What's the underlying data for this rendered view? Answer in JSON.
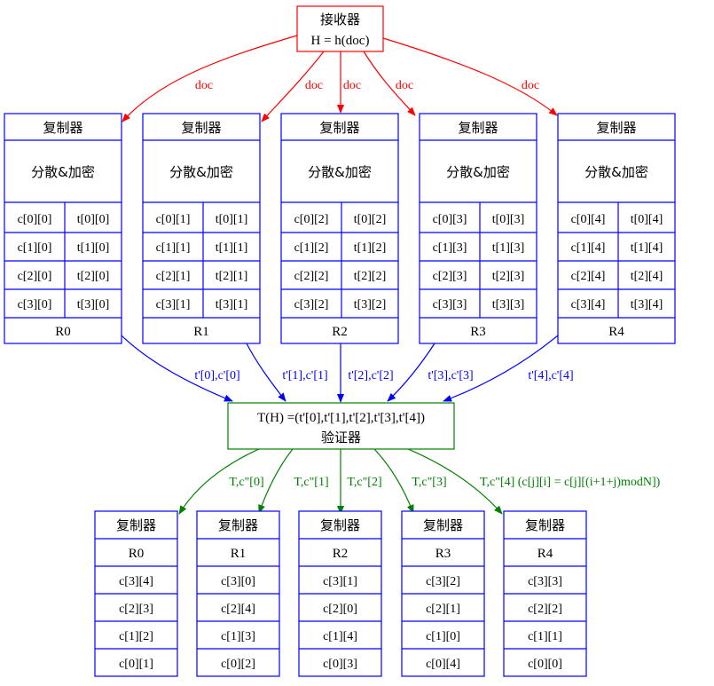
{
  "colors": {
    "receiver": "#ff0000",
    "replica": "#0000ff",
    "verifier": "#008000",
    "text": "#000000"
  },
  "receiver": {
    "title": "接收器",
    "subtitle": "H = h(doc)"
  },
  "doc_edges": [
    {
      "label": "doc"
    },
    {
      "label": "doc"
    },
    {
      "label": "doc"
    },
    {
      "label": "doc"
    },
    {
      "label": "doc"
    }
  ],
  "replicas_top": [
    {
      "title": "复制器",
      "section": "分散&加密",
      "name": "R0",
      "rows": [
        [
          "c[0][0]",
          "t[0][0]"
        ],
        [
          "c[1][0]",
          "t[1][0]"
        ],
        [
          "c[2][0]",
          "t[2][0]"
        ],
        [
          "c[3][0]",
          "t[3][0]"
        ]
      ]
    },
    {
      "title": "复制器",
      "section": "分散&加密",
      "name": "R1",
      "rows": [
        [
          "c[0][1]",
          "t[0][1]"
        ],
        [
          "c[1][1]",
          "t[1][1]"
        ],
        [
          "c[2][1]",
          "t[2][1]"
        ],
        [
          "c[3][1]",
          "t[3][1]"
        ]
      ]
    },
    {
      "title": "复制器",
      "section": "分散&加密",
      "name": "R2",
      "rows": [
        [
          "c[0][2]",
          "t[0][2]"
        ],
        [
          "c[1][2]",
          "t[1][2]"
        ],
        [
          "c[2][2]",
          "t[2][2]"
        ],
        [
          "c[3][2]",
          "t[3][2]"
        ]
      ]
    },
    {
      "title": "复制器",
      "section": "分散&加密",
      "name": "R3",
      "rows": [
        [
          "c[0][3]",
          "t[0][3]"
        ],
        [
          "c[1][3]",
          "t[1][3]"
        ],
        [
          "c[2][3]",
          "t[2][3]"
        ],
        [
          "c[3][3]",
          "t[3][3]"
        ]
      ]
    },
    {
      "title": "复制器",
      "section": "分散&加密",
      "name": "R4",
      "rows": [
        [
          "c[0][4]",
          "t[0][4]"
        ],
        [
          "c[1][4]",
          "t[1][4]"
        ],
        [
          "c[2][4]",
          "t[2][4]"
        ],
        [
          "c[3][4]",
          "t[3][4]"
        ]
      ]
    }
  ],
  "tag_edges": [
    {
      "label": "t'[0],c'[0]"
    },
    {
      "label": "t'[1],c'[1]"
    },
    {
      "label": "t'[2],c'[2]"
    },
    {
      "label": "t'[3],c'[3]"
    },
    {
      "label": "t'[4],c'[4]"
    }
  ],
  "verifier": {
    "formula": "T(H) =(t'[0],t'[1],t'[2],t'[3],t'[4])",
    "title": "验证器"
  },
  "verify_edges": [
    {
      "label": "T,c\"[0]"
    },
    {
      "label": "T,c\"[1]"
    },
    {
      "label": "T,c\"[2]"
    },
    {
      "label": "T,c\"[3]"
    },
    {
      "label": "T,c\"[4] (c[j][i] = c[j][(i+1+j)modN])"
    }
  ],
  "replicas_bottom": [
    {
      "title": "复制器",
      "name": "R0",
      "cells": [
        "c[3][4]",
        "c[2][3]",
        "c[1][2]",
        "c[0][1]"
      ]
    },
    {
      "title": "复制器",
      "name": "R1",
      "cells": [
        "c[3][0]",
        "c[2][4]",
        "c[1][3]",
        "c[0][2]"
      ]
    },
    {
      "title": "复制器",
      "name": "R2",
      "cells": [
        "c[3][1]",
        "c[2][0]",
        "c[1][4]",
        "c[0][3]"
      ]
    },
    {
      "title": "复制器",
      "name": "R3",
      "cells": [
        "c[3][2]",
        "c[2][1]",
        "c[1][0]",
        "c[0][4]"
      ]
    },
    {
      "title": "复制器",
      "name": "R4",
      "cells": [
        "c[3][3]",
        "c[2][2]",
        "c[1][1]",
        "c[0][0]"
      ]
    }
  ]
}
